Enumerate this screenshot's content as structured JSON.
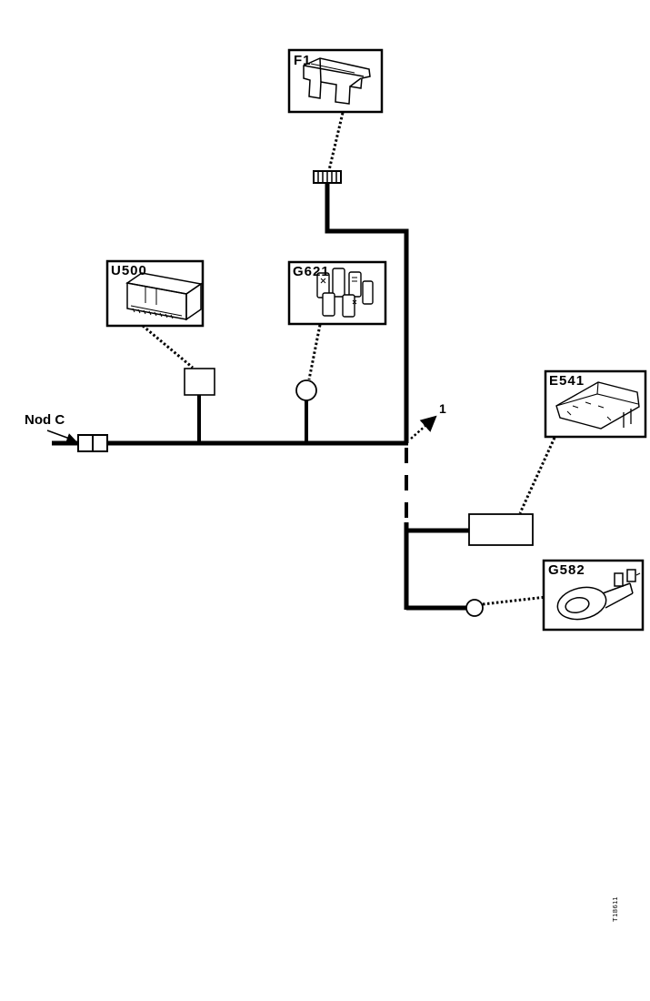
{
  "diagram": {
    "background": "#ffffff",
    "line_color": "#000000",
    "node_label": "Nod C",
    "footnote_marker": "1",
    "doc_number": "T18611",
    "components": {
      "f1": {
        "label": "F1",
        "icon": "blade-fuse-icon"
      },
      "u500": {
        "label": "U500",
        "icon": "control-unit-icon"
      },
      "g621": {
        "label": "G621",
        "icon": "connector-block-icon"
      },
      "e541": {
        "label": "E541",
        "icon": "lamp-module-icon"
      },
      "g582": {
        "label": "G582",
        "icon": "ring-terminal-icon"
      }
    },
    "symbols": {
      "inline_connector": "inline-connector-symbol",
      "fuse_holder": "fuse-holder-symbol",
      "branch_box": "unlabeled-component-box",
      "branch_circle": "splice-circle-symbol",
      "lower_box": "unlabeled-component-box",
      "ground_circle": "splice-circle-symbol"
    }
  }
}
